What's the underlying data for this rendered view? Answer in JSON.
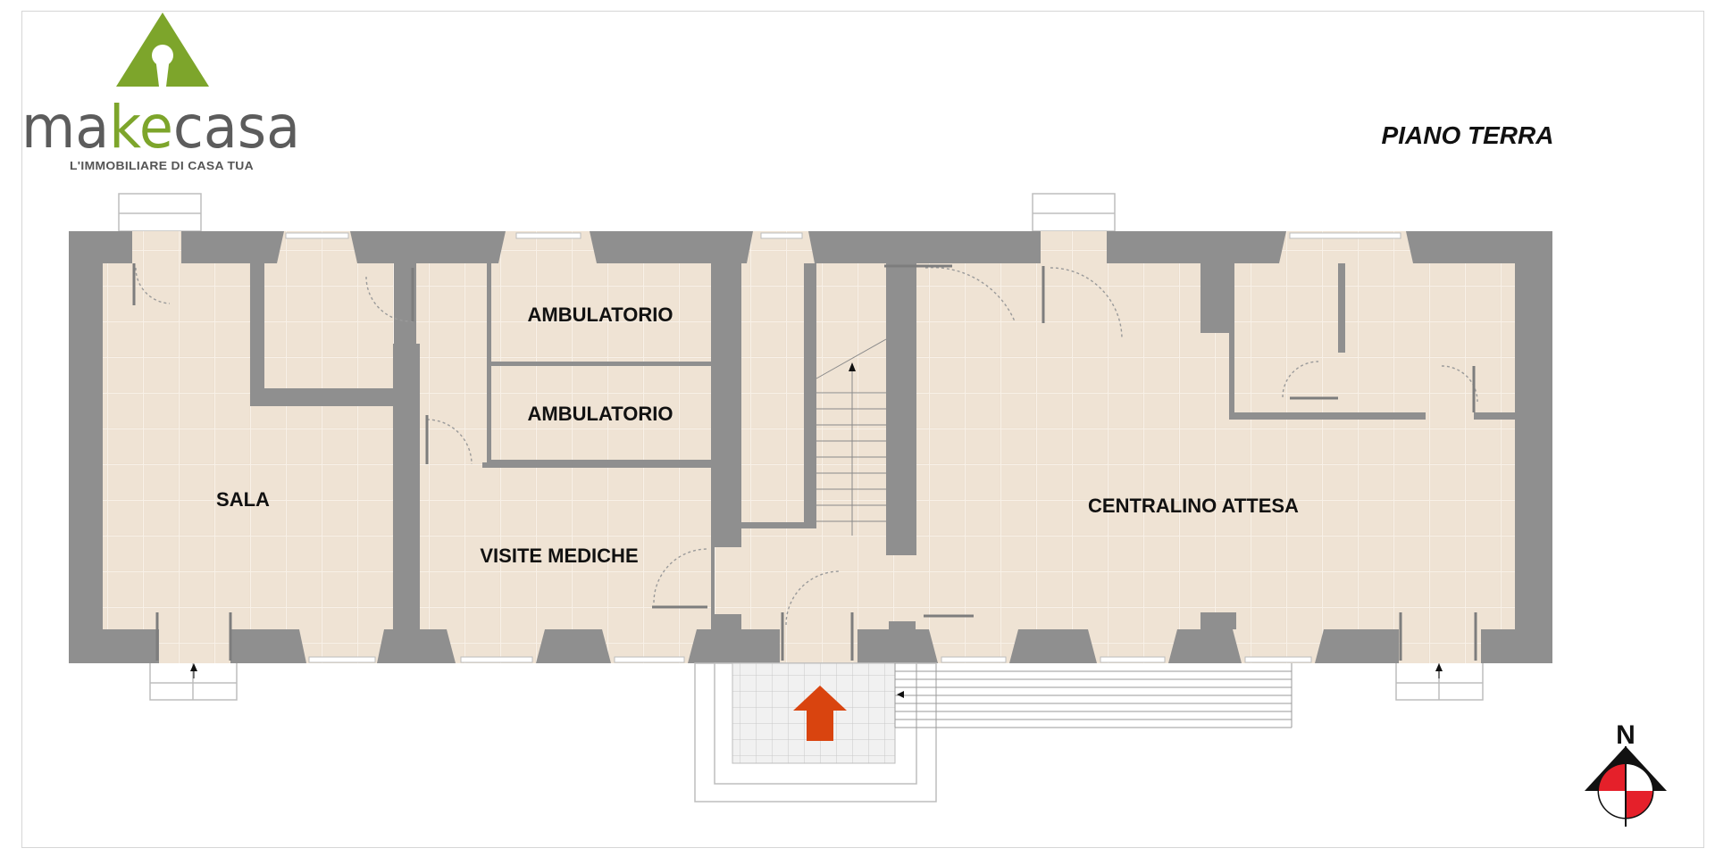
{
  "logo": {
    "brand_prefix": "ma",
    "brand_highlight": "ke",
    "brand_suffix": "casa",
    "tagline": "L'IMMOBILIARE DI CASA TUA",
    "colors": {
      "green": "#7da52b",
      "gray": "#5c5c5c"
    }
  },
  "floor_title": "PIANO  TERRA",
  "rooms": {
    "ambulatorio_1": "AMBULATORIO",
    "ambulatorio_2": "AMBULATORIO",
    "sala": "SALA",
    "visite_mediche": "VISITE  MEDICHE",
    "centralino_attesa": "CENTRALINO  ATTESA"
  },
  "compass": {
    "north_label": "N",
    "colors": {
      "red": "#e5202a",
      "black": "#111111"
    }
  },
  "entrance_arrow": {
    "color": "#d9440f"
  },
  "colors": {
    "wall": "#8f8f8f",
    "floor": "#ede0d0",
    "tile_line": "#f7efe6"
  }
}
